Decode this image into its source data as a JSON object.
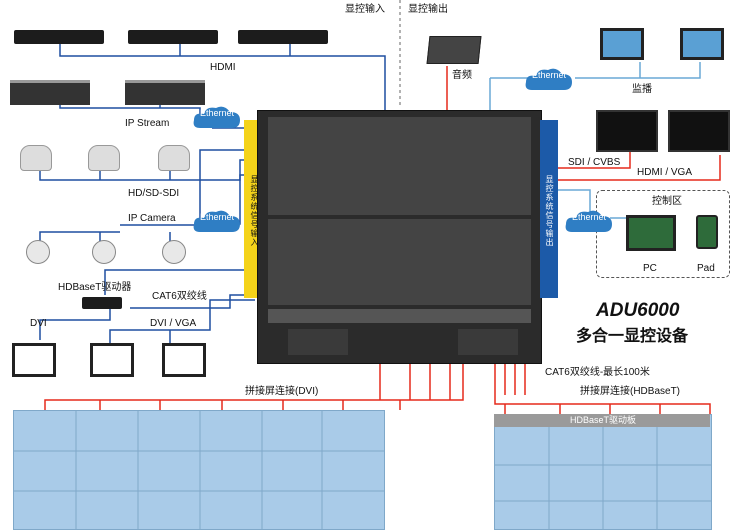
{
  "header": {
    "input_label": "显控输入",
    "output_label": "显控输出"
  },
  "inputs": {
    "hdmi": "HDMI",
    "ip_stream": "IP Stream",
    "hd_sdi": "HD/SD-SDI",
    "ip_camera": "IP Camera",
    "hdbaset_driver": "HDBaseT驱动器",
    "cat6": "CAT6双绞线",
    "dvi": "DVI",
    "dvi_vga": "DVI  /  VGA"
  },
  "outputs": {
    "audio": "音频",
    "monitor": "监播",
    "sdi_cvbs": "SDI / CVBS",
    "hdmi_vga": "HDMI / VGA",
    "control_area": "控制区",
    "pc": "PC",
    "pad": "Pad",
    "cat6_max": "CAT6双绞线-最长100米",
    "splice_dvi": "拼接屏连接(DVI)",
    "splice_hdbaset": "拼接屏连接(HDBaseT)",
    "hdbaset_board": "HDBaseT驱动板"
  },
  "network": {
    "ethernet": "Ethernet"
  },
  "strips": {
    "left": "显控系统信号输入",
    "right": "显控系统信号输出"
  },
  "product": {
    "model": "ADU6000",
    "subtitle": "多合一显控设备"
  },
  "colors": {
    "input_wire": "#1f4fa0",
    "output_wire": "#e52a1c",
    "ethernet_wire": "#6aa9d6",
    "screen": "#a9cbe8",
    "yellow": "#f4d31a",
    "blue": "#1c5aa8"
  }
}
